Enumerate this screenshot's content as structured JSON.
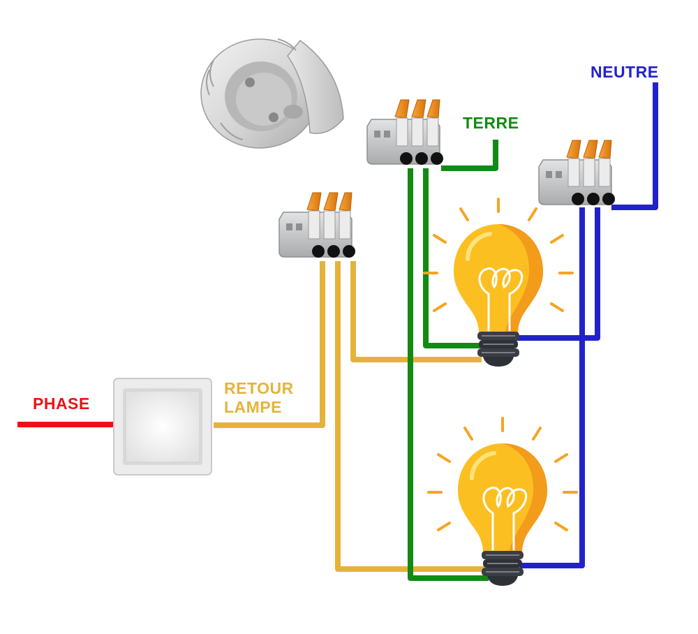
{
  "labels": {
    "neutre": "NEUTRE",
    "terre": "TERRE",
    "phase": "PHASE",
    "retour_line1": "RETOUR",
    "retour_line2": "LAMPE"
  },
  "colors": {
    "neutre": "#2222cc",
    "terre": "#138a13",
    "phase": "#ee1111",
    "retour": "#e6b33a",
    "bulb_glass": "#fbbf22",
    "bulb_glass_shade": "#f39b1a",
    "bulb_rays": "#f6a423",
    "bulb_base": "#2e3138",
    "connector_body": "#cfd1d3",
    "connector_lever": "#f08a1c",
    "box_body": "#dcdcdc"
  },
  "components": {
    "junction_box": "junction-box-icon",
    "connectors": [
      "wago-connector-icon",
      "wago-connector-icon",
      "wago-connector-icon"
    ],
    "switch": "light-switch-icon",
    "lamps": [
      "light-bulb-icon",
      "light-bulb-icon"
    ]
  }
}
